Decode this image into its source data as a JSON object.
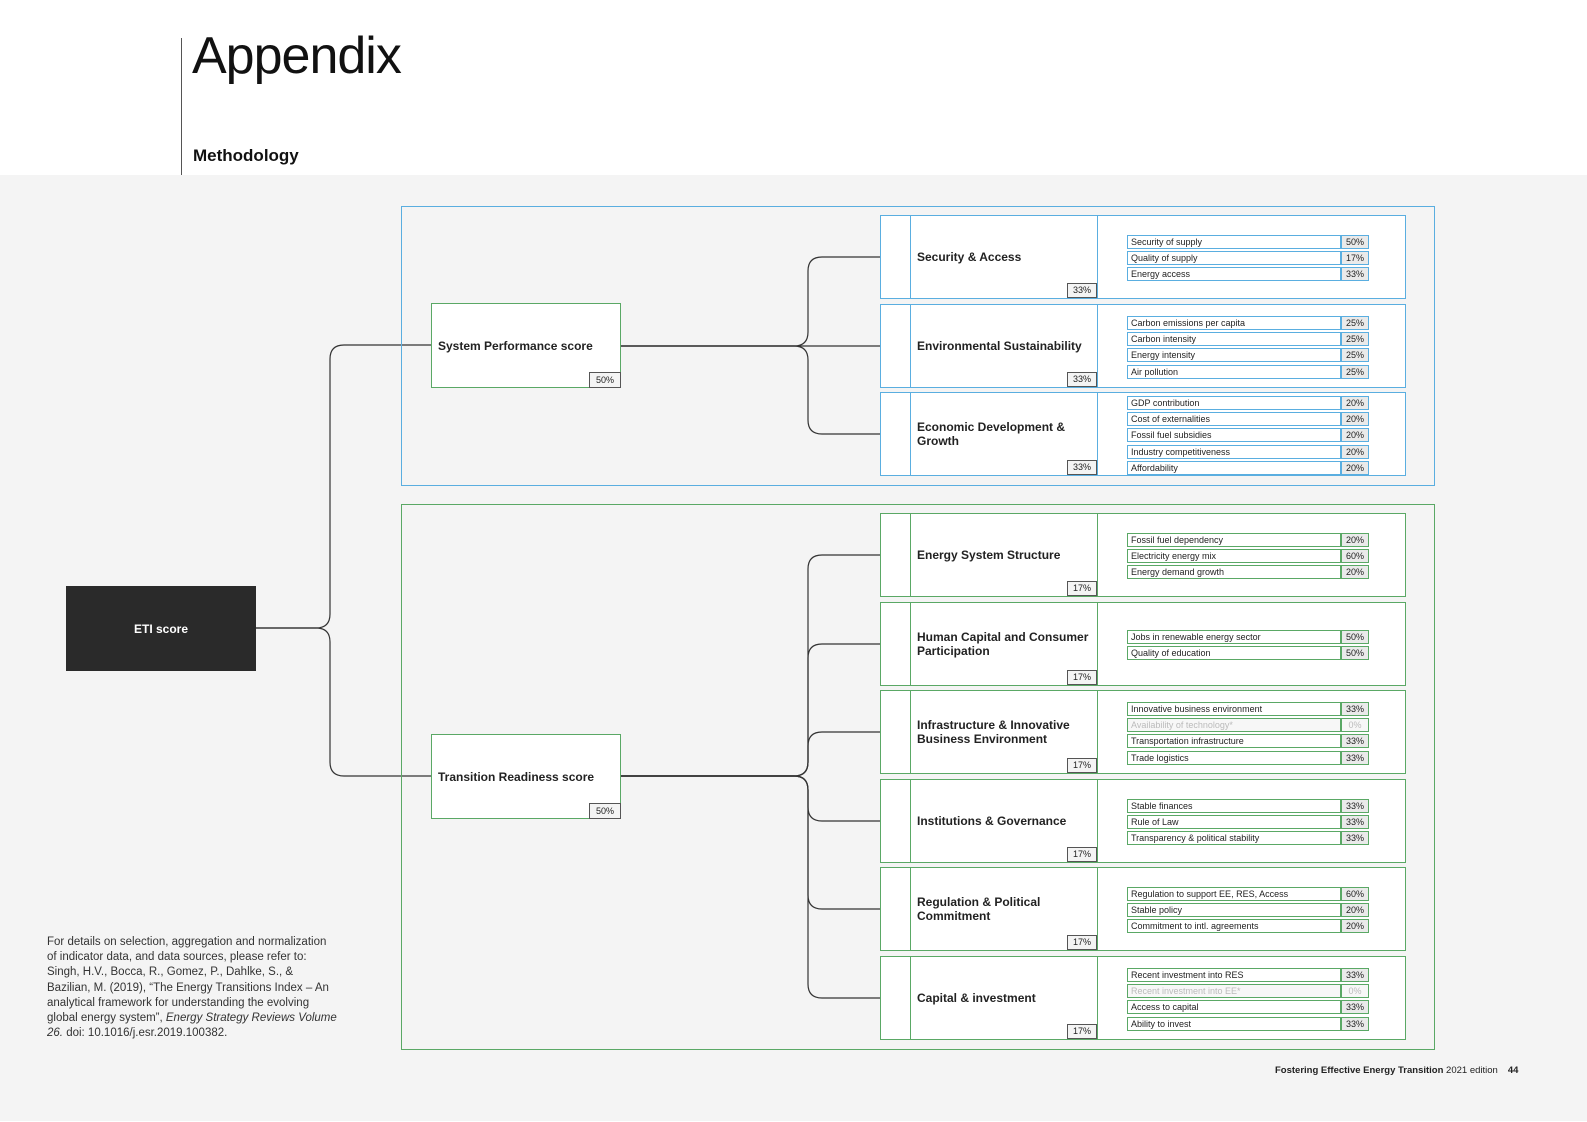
{
  "header": {
    "title": "Appendix",
    "subtitle": "Methodology"
  },
  "diagram": {
    "root": {
      "label": "ETI score"
    },
    "colors": {
      "system_performance": "#5aaee0",
      "transition_readiness": "#5aa865",
      "connector": "#333333",
      "root_fill": "#2a2a2a"
    },
    "system_performance": {
      "label": "System Performance score",
      "weight": "50%",
      "dimensions": [
        {
          "label": "Security & Access",
          "weight": "33%",
          "indicators": [
            {
              "name": "Security of supply",
              "weight": "50%"
            },
            {
              "name": "Quality of supply",
              "weight": "17%"
            },
            {
              "name": "Energy access",
              "weight": "33%"
            }
          ]
        },
        {
          "label": "Environmental Sustainability",
          "weight": "33%",
          "indicators": [
            {
              "name": "Carbon emissions per capita",
              "weight": "25%"
            },
            {
              "name": "Carbon intensity",
              "weight": "25%"
            },
            {
              "name": "Energy intensity",
              "weight": "25%"
            },
            {
              "name": "Air pollution",
              "weight": "25%"
            }
          ]
        },
        {
          "label": "Economic Development & Growth",
          "weight": "33%",
          "indicators": [
            {
              "name": "GDP contribution",
              "weight": "20%"
            },
            {
              "name": "Cost of externalities",
              "weight": "20%"
            },
            {
              "name": "Fossil fuel subsidies",
              "weight": "20%"
            },
            {
              "name": "Industry competitiveness",
              "weight": "20%"
            },
            {
              "name": "Affordability",
              "weight": "20%"
            }
          ]
        }
      ]
    },
    "transition_readiness": {
      "label": "Transition Readiness score",
      "weight": "50%",
      "dimensions": [
        {
          "label": "Energy System Structure",
          "weight": "17%",
          "indicators": [
            {
              "name": "Fossil fuel dependency",
              "weight": "20%"
            },
            {
              "name": "Electricity energy mix",
              "weight": "60%"
            },
            {
              "name": "Energy demand growth",
              "weight": "20%"
            }
          ]
        },
        {
          "label": "Human Capital and Consumer Participation",
          "weight": "17%",
          "indicators": [
            {
              "name": "Jobs in renewable energy sector",
              "weight": "50%"
            },
            {
              "name": "Quality of education",
              "weight": "50%"
            }
          ]
        },
        {
          "label": "Infrastructure & Innovative Business Environment",
          "weight": "17%",
          "indicators": [
            {
              "name": "Innovative business environment",
              "weight": "33%"
            },
            {
              "name": "Availability of technology*",
              "weight": "0%",
              "muted": true
            },
            {
              "name": "Transportation infrastructure",
              "weight": "33%"
            },
            {
              "name": "Trade logistics",
              "weight": "33%"
            }
          ]
        },
        {
          "label": "Institutions & Governance",
          "weight": "17%",
          "indicators": [
            {
              "name": "Stable finances",
              "weight": "33%"
            },
            {
              "name": "Rule of Law",
              "weight": "33%"
            },
            {
              "name": "Transparency & political stability",
              "weight": "33%"
            }
          ]
        },
        {
          "label": "Regulation & Political Commitment",
          "weight": "17%",
          "indicators": [
            {
              "name": "Regulation to support EE, RES, Access",
              "weight": "60%"
            },
            {
              "name": "Stable policy",
              "weight": "20%"
            },
            {
              "name": "Commitment to intl. agreements",
              "weight": "20%"
            }
          ]
        },
        {
          "label": "Capital & investment",
          "weight": "17%",
          "indicators": [
            {
              "name": "Recent investment into RES",
              "weight": "33%"
            },
            {
              "name": "Recent investment into EE*",
              "weight": "0%",
              "muted": true
            },
            {
              "name": "Access to capital",
              "weight": "33%"
            },
            {
              "name": "Ability to invest",
              "weight": "33%"
            }
          ]
        }
      ]
    }
  },
  "note": {
    "text": "For details on selection, aggregation and normalization of indicator data, and data sources, please refer to: Singh, H.V., Bocca, R., Gomez, P., Dahlke, S., & Bazilian, M. (2019), “The Energy Transitions Index – An analytical framework for understanding the evolving global energy system”, ",
    "journal": "Energy Strategy Reviews Volume 26.",
    "doi": " doi: 10.1016/j.esr.2019.100382."
  },
  "footer": {
    "report": "Fostering Effective Energy Transition",
    "edition": " 2021 edition",
    "page": "44"
  }
}
